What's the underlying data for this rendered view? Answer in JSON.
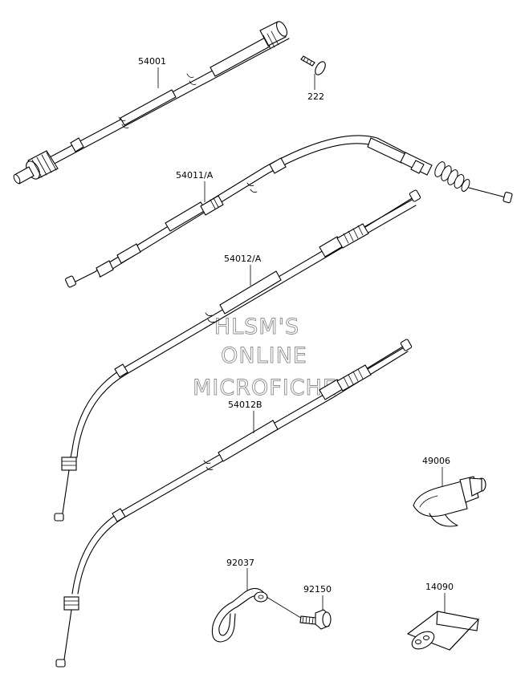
{
  "parts": {
    "speedometer_cable": "54001",
    "screw": "222",
    "clutch_cable": "54011/A",
    "throttle_cable_open": "54012/A",
    "throttle_cable_close": "54012B",
    "guide": "49006",
    "clamp": "92037",
    "bolt": "92150",
    "cap": "14090"
  },
  "watermark": {
    "line1": "HLSM'S",
    "line2": "ONLINE",
    "line3": "MICROFICHE"
  },
  "colors": {
    "ink": "#000000",
    "watermark_outline": "#8c8c8c",
    "background": "#ffffff"
  }
}
